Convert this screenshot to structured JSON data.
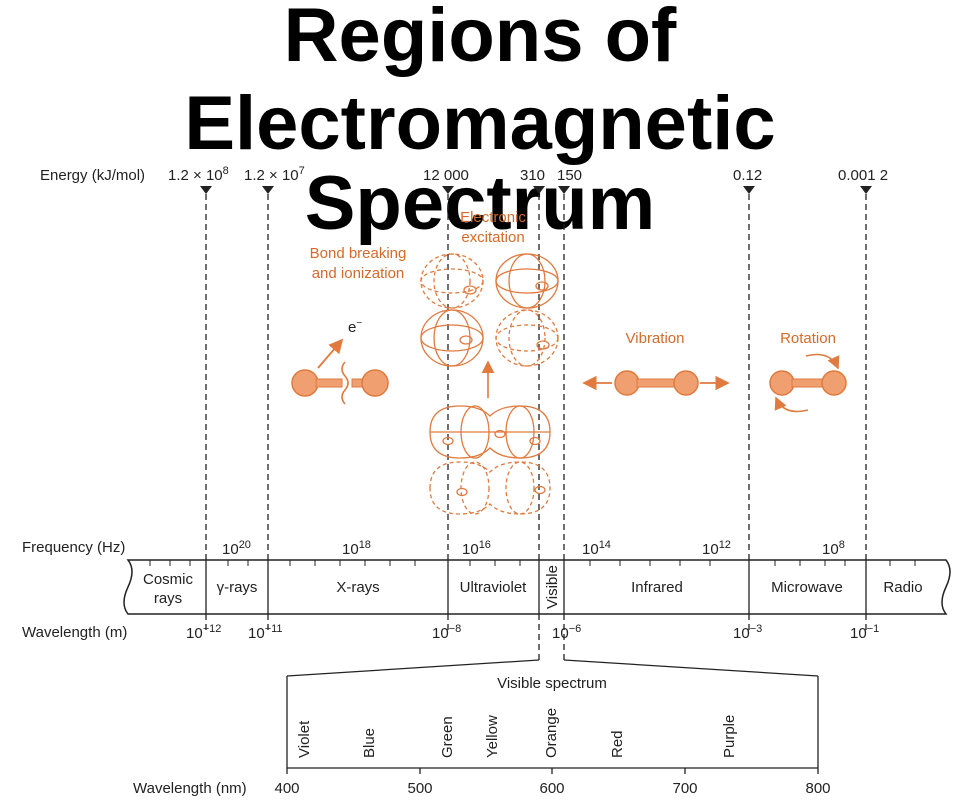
{
  "title": {
    "line1": "Regions of",
    "line2": "Electromagnetic Spectrum"
  },
  "energy": {
    "label": "Energy (kJ/mol)",
    "ticks": [
      {
        "id": "e1",
        "mantissa": "1.2 × 10",
        "exp": "8"
      },
      {
        "id": "e2",
        "mantissa": "1.2 × 10",
        "exp": "7"
      },
      {
        "id": "e3",
        "text": "12 000"
      },
      {
        "id": "e4",
        "text": "310"
      },
      {
        "id": "e5",
        "text": "150"
      },
      {
        "id": "e6",
        "text": "0.12"
      },
      {
        "id": "e7",
        "text": "0.001 2"
      }
    ]
  },
  "processes": {
    "bond_breaking": {
      "line1": "Bond breaking",
      "line2": "and ionization",
      "electron": "e",
      "electron_sup": "−"
    },
    "electronic": {
      "line1": "Electronic",
      "line2": "excitation"
    },
    "vibration": "Vibration",
    "rotation": "Rotation"
  },
  "frequency": {
    "label": "Frequency (Hz)",
    "ticks": [
      {
        "base": "10",
        "exp": "20"
      },
      {
        "base": "10",
        "exp": "18"
      },
      {
        "base": "10",
        "exp": "16"
      },
      {
        "base": "10",
        "exp": "14"
      },
      {
        "base": "10",
        "exp": "12"
      },
      {
        "base": "10",
        "exp": "8"
      }
    ]
  },
  "regions": {
    "cosmic_line1": "Cosmic",
    "cosmic_line2": "rays",
    "gamma": "γ-rays",
    "xrays": "X-rays",
    "uv": "Ultraviolet",
    "visible": "Visible",
    "ir": "Infrared",
    "microwave": "Microwave",
    "radio": "Radio"
  },
  "wavelength_m": {
    "label": "Wavelength (m)",
    "ticks": [
      {
        "base": "10",
        "exp": "−12"
      },
      {
        "base": "10",
        "exp": "−11"
      },
      {
        "base": "10",
        "exp": "−8"
      },
      {
        "base": "10",
        "exp": "−6"
      },
      {
        "base": "10",
        "exp": "−3"
      },
      {
        "base": "10",
        "exp": "−1"
      }
    ]
  },
  "visible_spectrum": {
    "title": "Visible spectrum",
    "colors": [
      "Violet",
      "Blue",
      "Green",
      "Yellow",
      "Orange",
      "Red",
      "Purple"
    ],
    "axis_label": "Wavelength (nm)",
    "axis_ticks": [
      "400",
      "500",
      "600",
      "700",
      "800"
    ]
  },
  "colors": {
    "accent": "#e07a3e",
    "line": "#222222"
  }
}
